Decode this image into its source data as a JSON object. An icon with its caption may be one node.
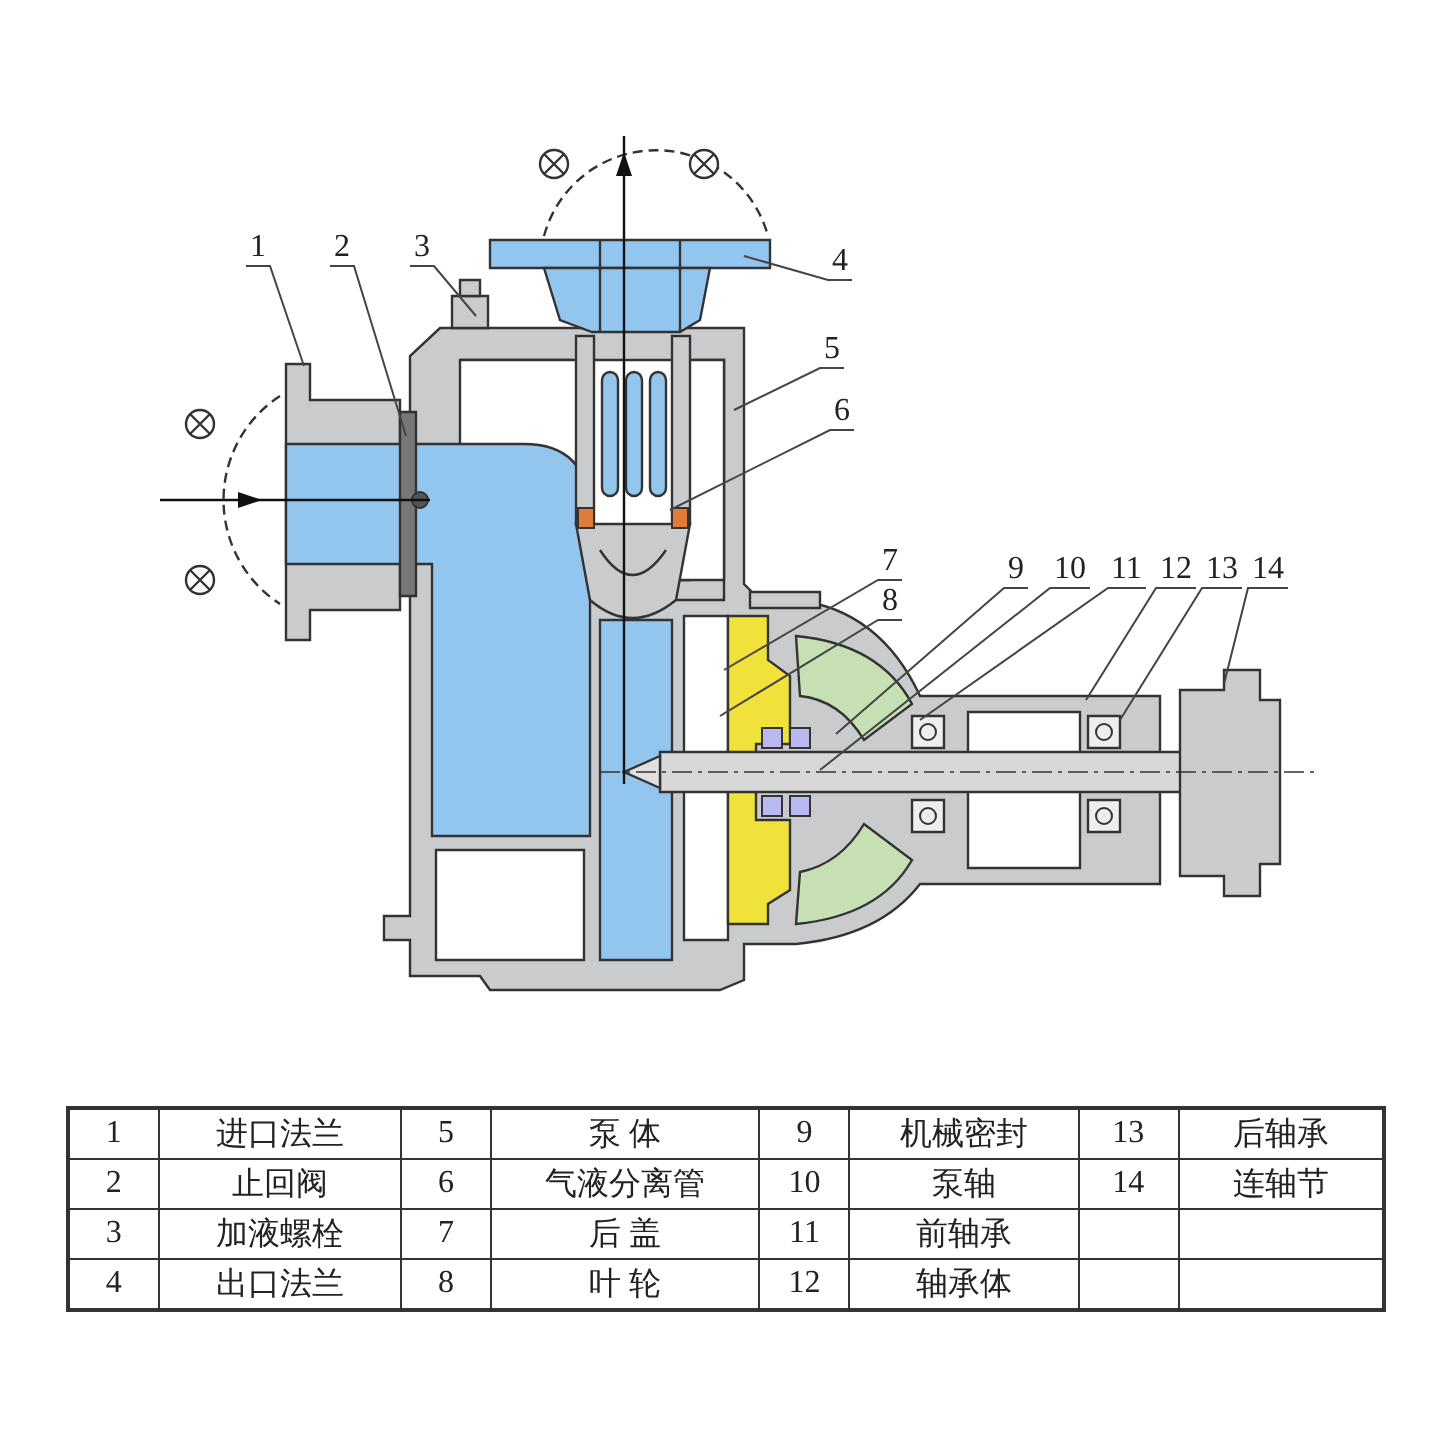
{
  "diagram": {
    "nodes": [
      {
        "text": [
          "1"
        ]
      },
      {
        "text": [
          "2"
        ]
      },
      {
        "text": [
          "3"
        ]
      },
      {
        "text": [
          "4"
        ]
      },
      {
        "text": [
          "5"
        ]
      },
      {
        "text": [
          "6"
        ]
      },
      {
        "text": [
          "7"
        ]
      },
      {
        "text": [
          "8"
        ]
      },
      {
        "text": [
          "9"
        ]
      },
      {
        "text": [
          "10"
        ]
      },
      {
        "text": [
          "11"
        ]
      },
      {
        "text": [
          "12"
        ]
      },
      {
        "text": [
          "13"
        ]
      },
      {
        "text": [
          "14"
        ]
      }
    ],
    "edges": [
      {
        "from": 0,
        "to": null,
        "arrow": "none"
      },
      {
        "from": 1,
        "to": null,
        "arrow": "none"
      },
      {
        "from": 2,
        "to": null,
        "arrow": "none"
      },
      {
        "from": 3,
        "to": null,
        "arrow": "none"
      },
      {
        "from": 4,
        "to": null,
        "arrow": "none"
      },
      {
        "from": 5,
        "to": null,
        "arrow": "none"
      },
      {
        "from": 6,
        "to": null,
        "arrow": "none"
      },
      {
        "from": 7,
        "to": null,
        "arrow": "none"
      },
      {
        "from": 8,
        "to": null,
        "arrow": "none"
      },
      {
        "from": 9,
        "to": null,
        "arrow": "none"
      },
      {
        "from": 10,
        "to": null,
        "arrow": "none"
      },
      {
        "from": 11,
        "to": null,
        "arrow": "none"
      },
      {
        "from": 12,
        "to": null,
        "arrow": "none"
      },
      {
        "from": 13,
        "to": null,
        "arrow": "none"
      }
    ],
    "labels": [
      "1",
      "进口法兰",
      "5",
      "泵 体",
      "9",
      "机械密封",
      "13",
      "后轴承",
      "2",
      "止回阀",
      "6",
      "气液分离管",
      "10",
      "泵轴",
      "14",
      "连轴节",
      "3",
      "加液螺栓",
      "7",
      "后 盖",
      "11",
      "前轴承",
      "4",
      "出口法兰",
      "8",
      "叶 轮",
      "12",
      "轴承体"
    ]
  }
}
